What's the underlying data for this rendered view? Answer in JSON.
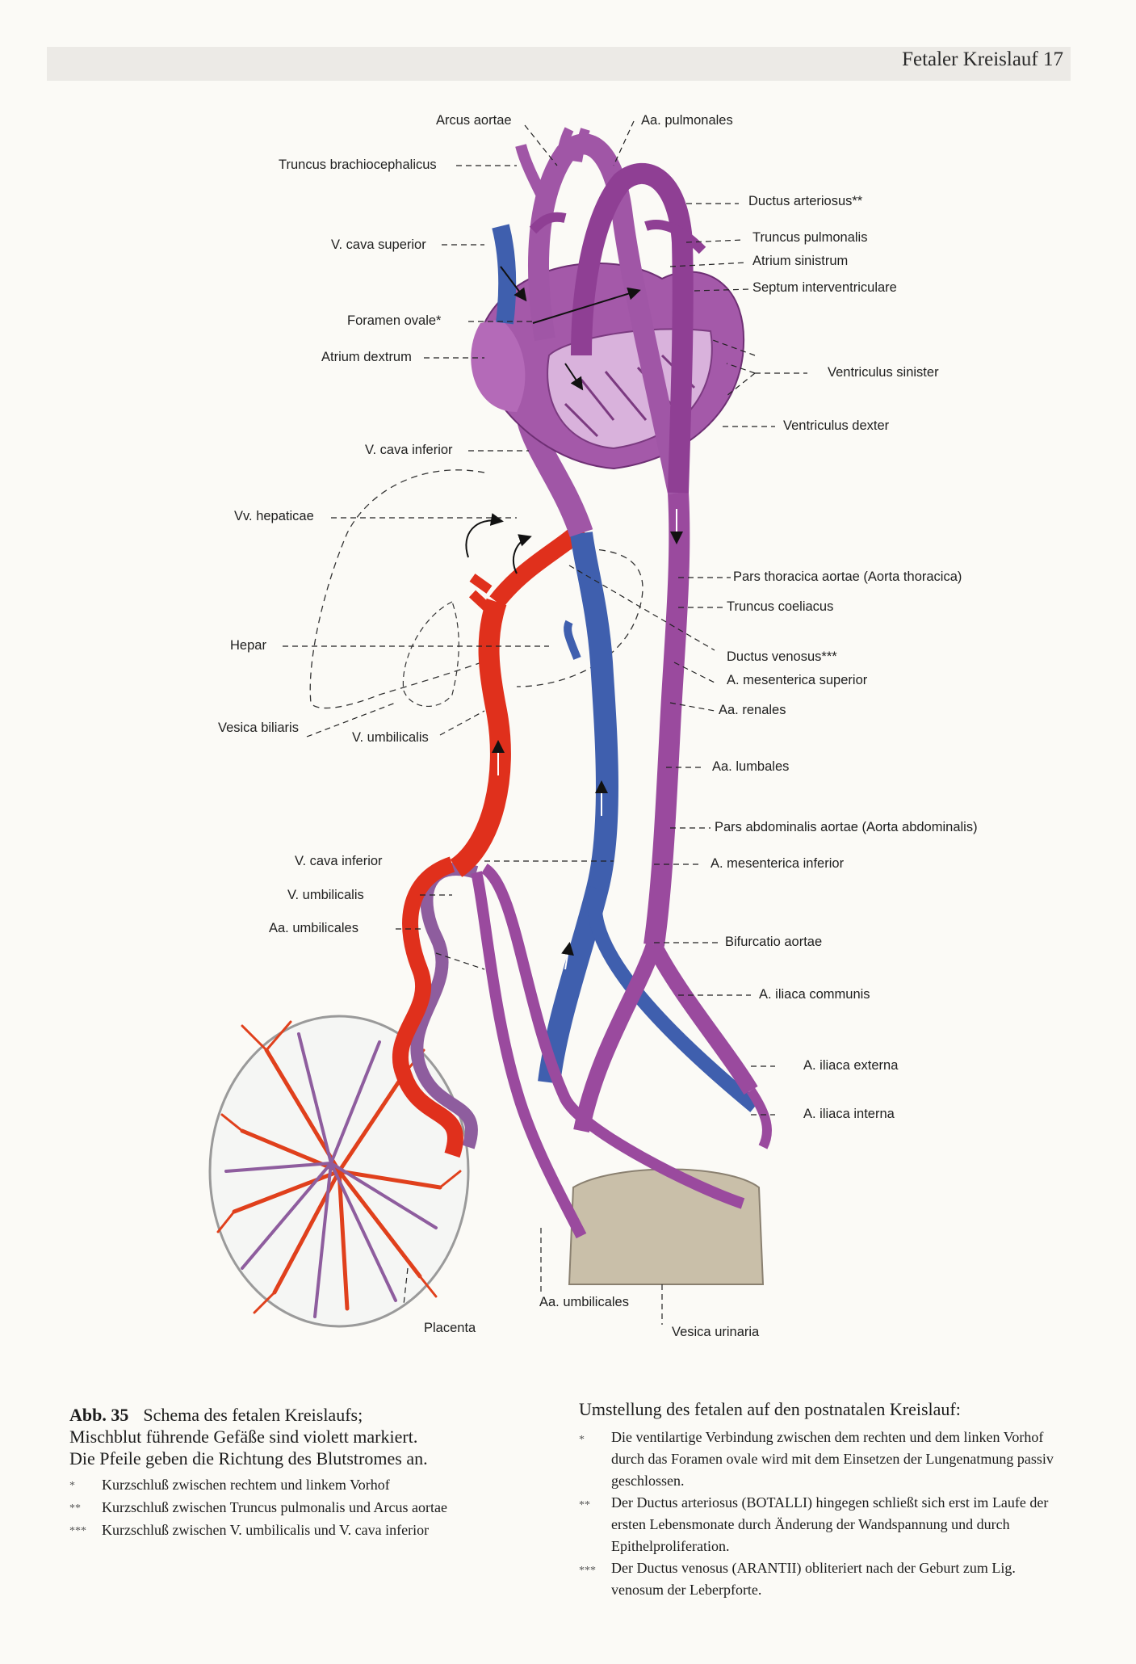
{
  "header": {
    "running_title": "Fetaler Kreislauf 17"
  },
  "labels": {
    "arcus_aortae": "Arcus aortae",
    "aa_pulmonales": "Aa. pulmonales",
    "truncus_brachiocephalicus": "Truncus brachiocephalicus",
    "ductus_arteriosus": "Ductus arteriosus**",
    "v_cava_superior": "V. cava superior",
    "truncus_pulmonalis": "Truncus pulmonalis",
    "atrium_sinistrum": "Atrium sinistrum",
    "septum_interventriculare": "Septum interventriculare",
    "foramen_ovale": "Foramen ovale*",
    "atrium_dextrum": "Atrium dextrum",
    "ventriculus_sinister": "Ventriculus sinister",
    "ventriculus_dexter": "Ventriculus dexter",
    "v_cava_inferior_top": "V. cava inferior",
    "vv_hepaticae": "Vv. hepaticae",
    "pars_thoracica": "Pars thoracica aortae (Aorta thoracica)",
    "truncus_coeliacus": "Truncus coeliacus",
    "hepar": "Hepar",
    "ductus_venosus": "Ductus venosus***",
    "a_mesenterica_superior": "A. mesenterica superior",
    "aa_renales": "Aa. renales",
    "vesica_biliaris": "Vesica biliaris",
    "v_umbilicalis_upper": "V. umbilicalis",
    "aa_lumbales": "Aa. lumbales",
    "pars_abdominalis": "Pars abdominalis aortae (Aorta abdominalis)",
    "v_cava_inferior_low": "V. cava inferior",
    "a_mesenterica_inferior": "A. mesenterica inferior",
    "v_umbilicalis_lower": "V. umbilicalis",
    "aa_umbilicales_left": "Aa. umbilicales",
    "bifurcatio_aortae": "Bifurcatio aortae",
    "a_iliaca_communis": "A. iliaca communis",
    "a_iliaca_externa": "A. iliaca externa",
    "a_iliaca_interna": "A. iliaca interna",
    "aa_umbilicales_bottom": "Aa. umbilicales",
    "placenta": "Placenta",
    "vesica_urinaria": "Vesica urinaria"
  },
  "caption": {
    "number": "Abb. 35",
    "line1": "Schema des fetalen Kreislaufs;",
    "line2": "Mischblut führende Gefäße sind violett markiert.",
    "line3": "Die Pfeile geben die Richtung des Blutstromes an.",
    "footnotes": [
      {
        "mark": "*",
        "text": "Kurzschluß zwischen rechtem und linkem Vorhof"
      },
      {
        "mark": "**",
        "text": "Kurzschluß zwischen Truncus pulmonalis und Arcus aortae"
      },
      {
        "mark": "***",
        "text": "Kurzschluß zwischen V. umbilicalis und V. cava inferior"
      }
    ]
  },
  "notes": {
    "heading": "Umstellung des fetalen auf den postnatalen Kreislauf:",
    "items": [
      {
        "mark": "*",
        "text": "Die ventilartige Verbindung zwischen dem rechten und dem linken Vorhof durch das Foramen ovale wird mit dem Einsetzen der Lungenatmung passiv geschlossen."
      },
      {
        "mark": "**",
        "text": "Der Ductus arteriosus (BOTALLI) hingegen schließt sich erst im Laufe der ersten Lebensmonate durch Änderung der Wandspannung und durch Epithelproliferation."
      },
      {
        "mark": "***",
        "text": "Der Ductus venosus (ARANTII) obliteriert nach der Geburt zum Lig. venosum der Leberpforte."
      }
    ]
  },
  "colors": {
    "mixed_blood": "#9a4a9e",
    "arterial_blood": "#e0301c",
    "venous_blood": "#3f5fae",
    "bladder": "#c9bfa9"
  }
}
